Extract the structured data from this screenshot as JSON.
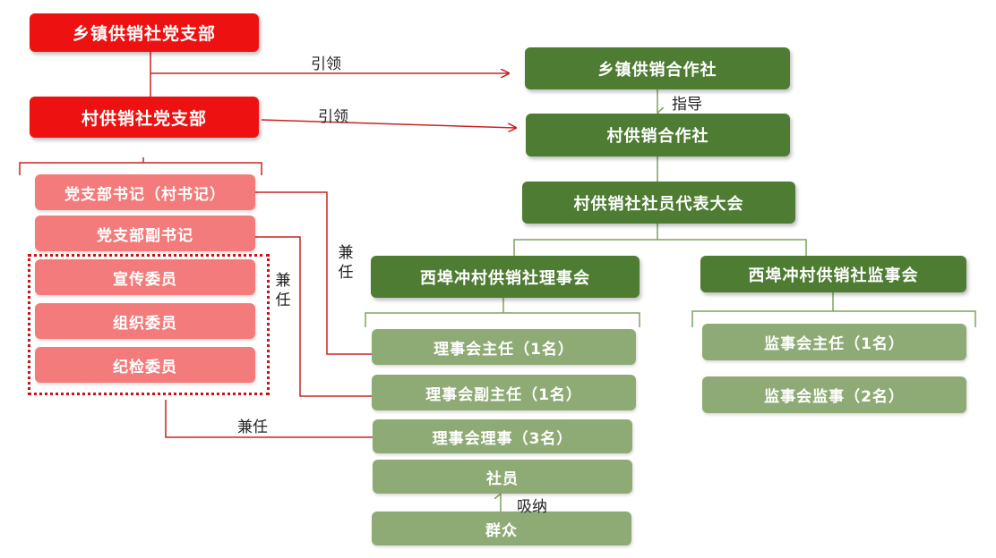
{
  "party": {
    "town_branch": "乡镇供销社党支部",
    "village_branch": "村供销社党支部",
    "secretary": "党支部书记（村书记）",
    "deputy_secretary": "党支部副书记",
    "members": [
      "宣传委员",
      "组织委员",
      "纪检委员"
    ]
  },
  "coop": {
    "town_coop": "乡镇供销合作社",
    "village_coop": "村供销合作社",
    "congress": "村供销社社员代表大会",
    "council": "西埠冲村供销社理事会",
    "supervisory": "西埠冲村供销社监事会",
    "council_roles": [
      "理事会主任（1名）",
      "理事会副主任（1名）",
      "理事会理事（3名）"
    ],
    "supervisory_roles": [
      "监事会主任（1名）",
      "监事会监事（2名）"
    ],
    "members": "社员",
    "masses": "群众"
  },
  "links": {
    "lead_1": "引领",
    "lead_2": "引领",
    "guide": "指导",
    "concurrent_1": "兼任",
    "concurrent_2": "兼任",
    "concurrent_3": "兼任",
    "absorb": "吸纳"
  },
  "colors": {
    "party_red": "#ee1111",
    "party_pink": "#f47b7b",
    "coop_dark_green": "#4d7c32",
    "coop_light_green": "#8eab75",
    "connector_red": "#cc2222",
    "connector_green": "#7ea35f"
  }
}
